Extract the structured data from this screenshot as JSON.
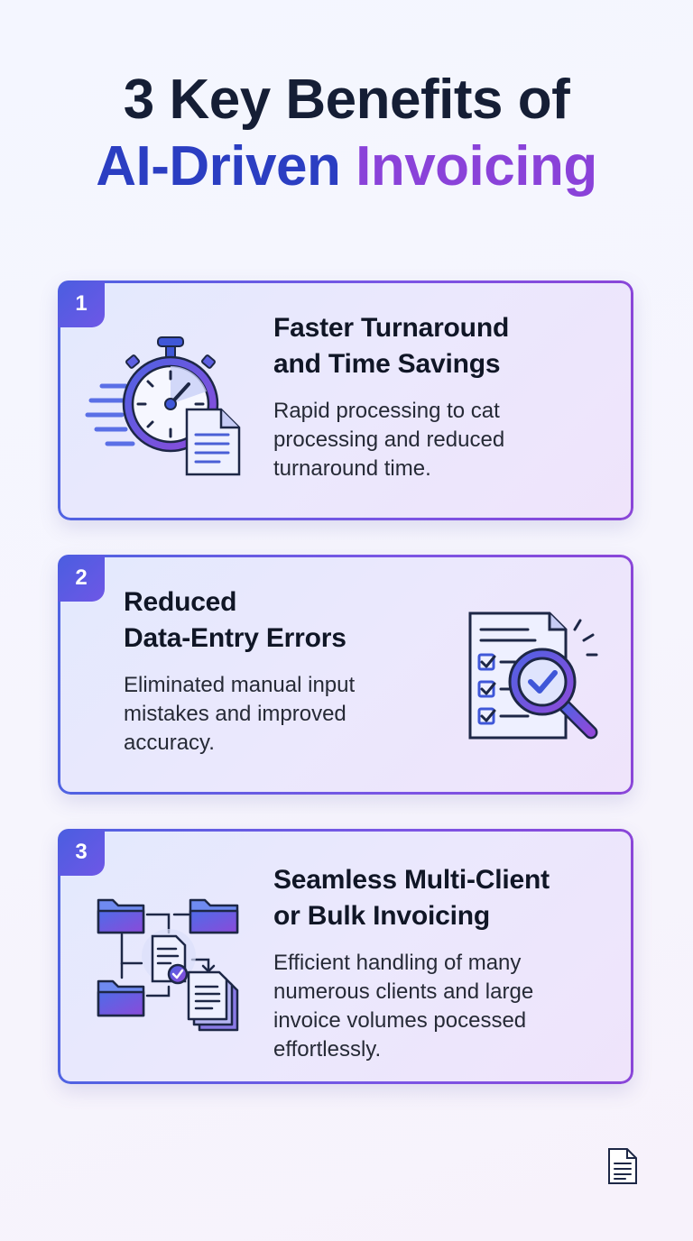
{
  "title": {
    "line1": "3 Key Benefits of",
    "line2_part1": "AI-Driven",
    "line2_part2": "Invoicing"
  },
  "benefits": [
    {
      "number": "1",
      "heading_line1": "Faster Turnaround",
      "heading_line2": "and Time Savings",
      "description": "Rapid processing to cat processing and reduced turnaround time.",
      "icon": "stopwatch-document-icon"
    },
    {
      "number": "2",
      "heading_line1": "Reduced",
      "heading_line2": "Data-Entry Errors",
      "description": "Eliminated manual input mistakes and improved accuracy.",
      "icon": "checklist-magnifier-icon"
    },
    {
      "number": "3",
      "heading_line1": "Seamless Multi-Client",
      "heading_line2": "or Bulk Invoicing",
      "description": "Efficient handling of many numerous clients and large invoice volumes pocessed effortlessly.",
      "icon": "folders-workflow-icon"
    }
  ],
  "footer_icon": "document-icon",
  "colors": {
    "title_dark": "#151e35",
    "gradient_blue": "#2b3ec2",
    "gradient_purple": "#8a42d9",
    "badge": "#4a5ee0",
    "card_border": "#6f58e2"
  }
}
